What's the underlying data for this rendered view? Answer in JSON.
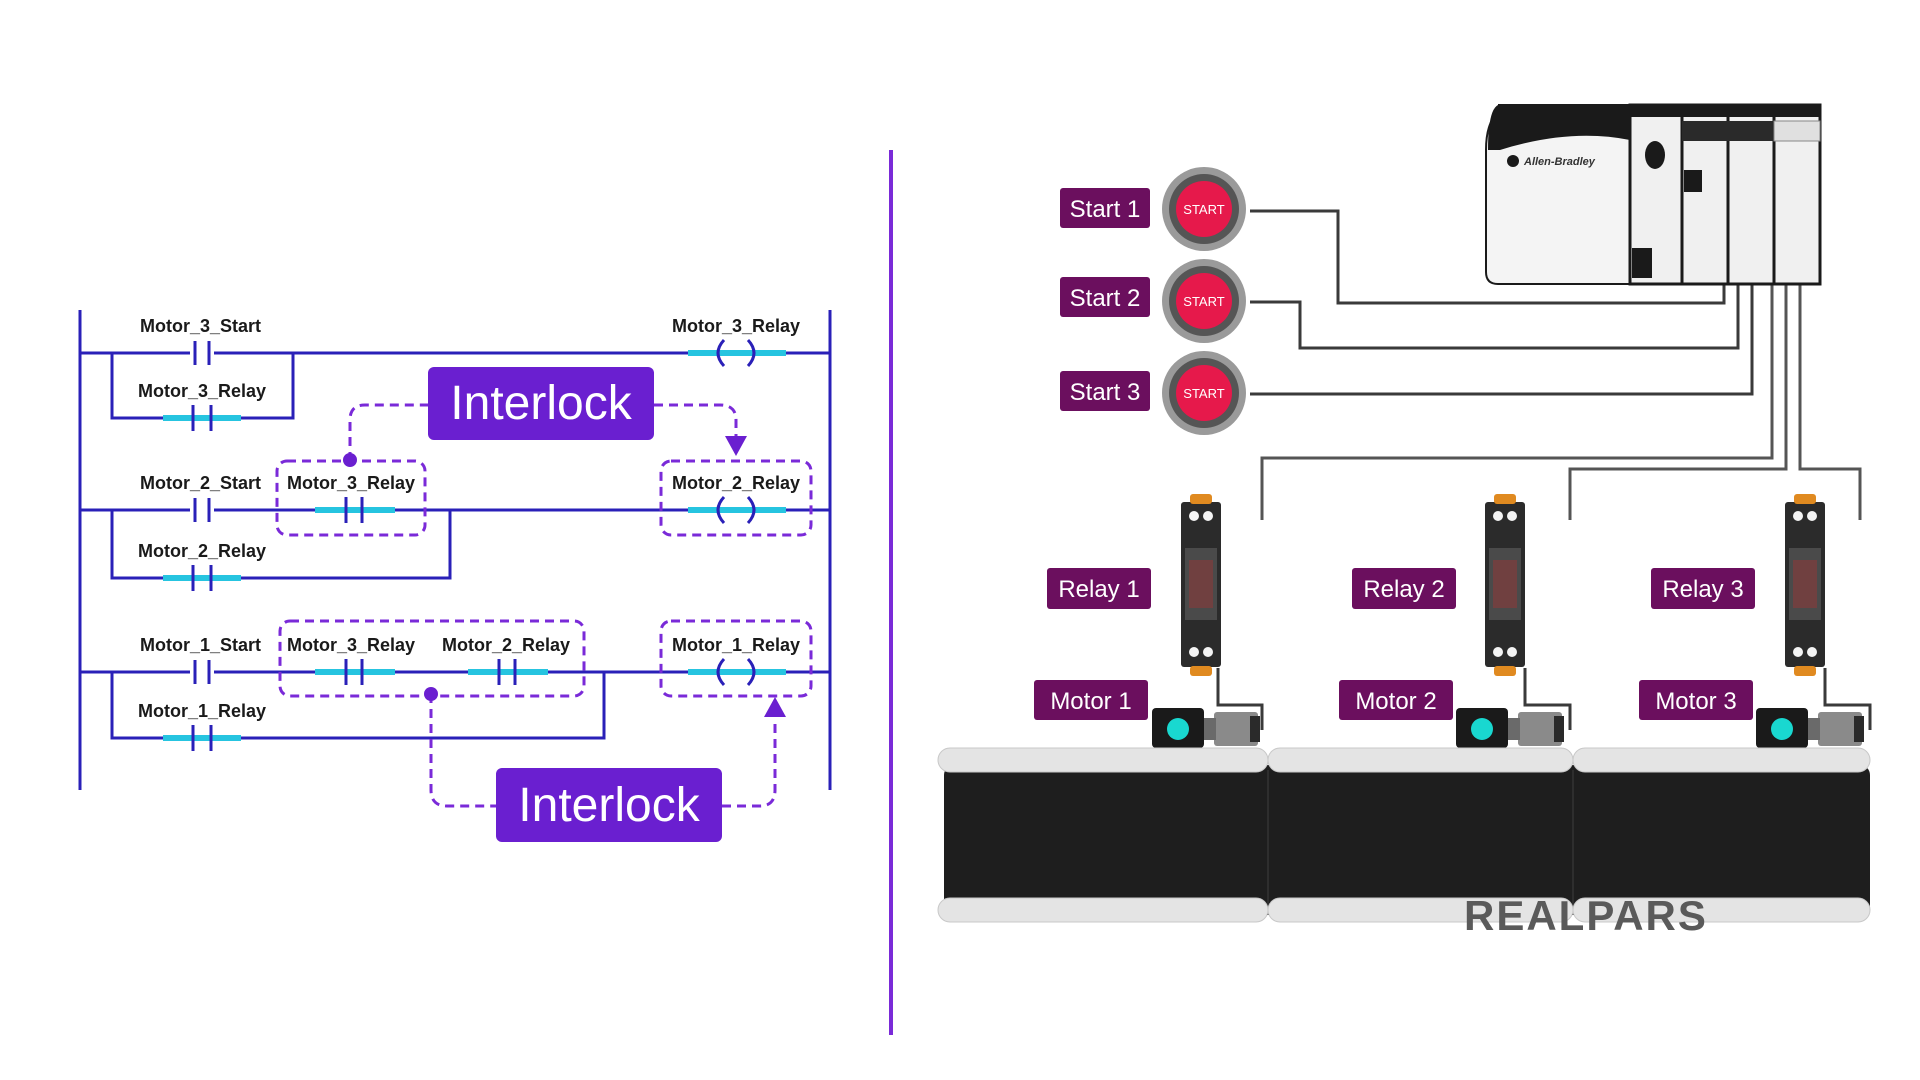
{
  "ladder": {
    "rung1": {
      "start_label": "Motor_3_Start",
      "seal_label": "Motor_3_Relay",
      "coil_label": "Motor_3_Relay"
    },
    "rung2": {
      "start_label": "Motor_2_Start",
      "interlock_contact_label": "Motor_3_Relay",
      "seal_label": "Motor_2_Relay",
      "coil_label": "Motor_2_Relay"
    },
    "rung3": {
      "start_label": "Motor_1_Start",
      "interlock_contact_1_label": "Motor_3_Relay",
      "interlock_contact_2_label": "Motor_2_Relay",
      "seal_label": "Motor_1_Relay",
      "coil_label": "Motor_1_Relay"
    },
    "interlock_top": "Interlock",
    "interlock_bottom": "Interlock"
  },
  "hardware": {
    "plc_brand": "Allen-Bradley",
    "start_tags": [
      "Start 1",
      "Start 2",
      "Start 3"
    ],
    "button_text": "START",
    "relay_tags": [
      "Relay 1",
      "Relay 2",
      "Relay 3"
    ],
    "motor_tags": [
      "Motor 1",
      "Motor 2",
      "Motor 3"
    ]
  },
  "watermark": "REALPARS",
  "colors": {
    "ladder_line": "#2a20b8",
    "contact_fill": "#26c4e0",
    "interlock_purple": "#6a1fd0",
    "dashed_purple": "#7a2ad8",
    "tag_maroon": "#6b0f5e",
    "start_button": "#e6194b",
    "motor_led": "#19d8d0",
    "divider": "#7a2ad8"
  }
}
